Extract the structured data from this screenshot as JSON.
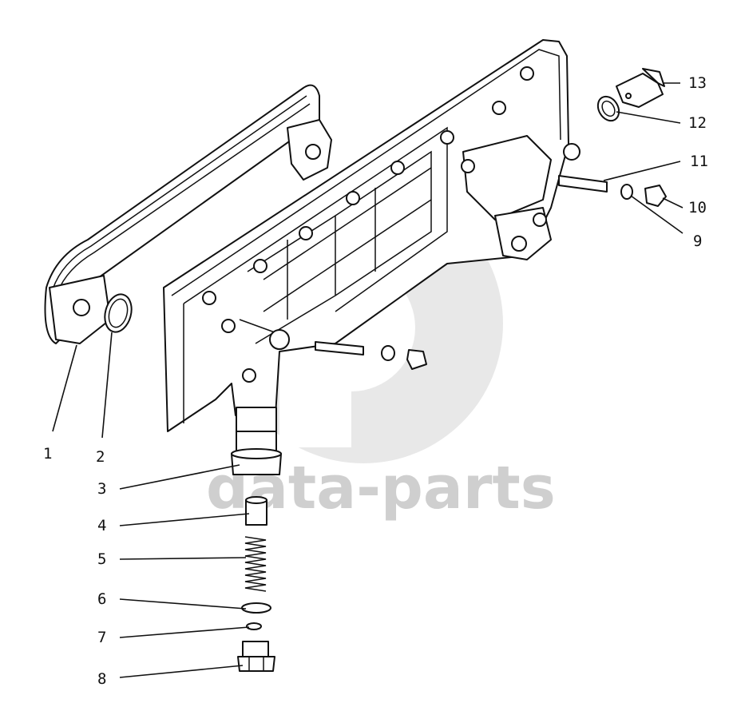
{
  "watermark": {
    "text": "data-parts"
  },
  "callouts": [
    {
      "id": "1",
      "label": "1"
    },
    {
      "id": "2",
      "label": "2"
    },
    {
      "id": "3",
      "label": "3"
    },
    {
      "id": "4",
      "label": "4"
    },
    {
      "id": "5",
      "label": "5"
    },
    {
      "id": "6",
      "label": "6"
    },
    {
      "id": "7",
      "label": "7"
    },
    {
      "id": "8",
      "label": "8"
    },
    {
      "id": "9",
      "label": "9"
    },
    {
      "id": "10",
      "label": "10"
    },
    {
      "id": "11",
      "label": "11"
    },
    {
      "id": "12",
      "label": "12"
    },
    {
      "id": "13",
      "label": "13"
    }
  ]
}
